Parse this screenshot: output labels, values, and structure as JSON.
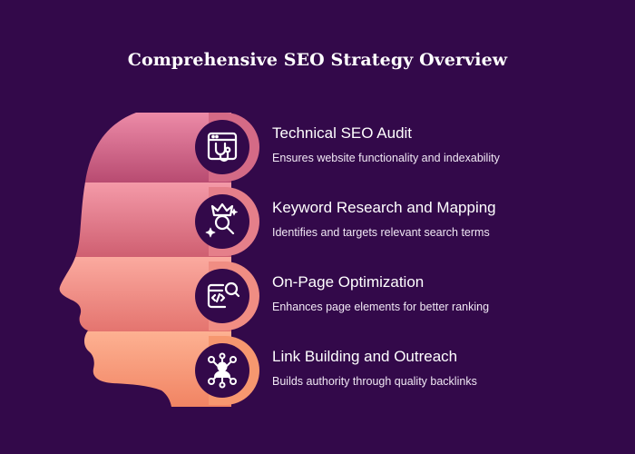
{
  "title": "Comprehensive SEO Strategy Overview",
  "colors": {
    "background": "#33094a",
    "icon_circle": "#33094a",
    "icon_ring": "#f2936e",
    "band_1": "#c8587f",
    "band_2": "#e0727c",
    "band_3": "#f08a7c",
    "band_4": "#f79a74"
  },
  "items": [
    {
      "title": "Technical SEO Audit",
      "description": "Ensures website functionality and indexability",
      "icon": "browser-stethoscope-icon"
    },
    {
      "title": "Keyword Research and Mapping",
      "description": "Identifies and targets relevant search terms",
      "icon": "crown-magnifier-icon"
    },
    {
      "title": "On-Page Optimization",
      "description": "Enhances page elements for better ranking",
      "icon": "code-window-search-icon"
    },
    {
      "title": "Link Building and Outreach",
      "description": "Builds authority through quality backlinks",
      "icon": "network-user-icon"
    }
  ]
}
